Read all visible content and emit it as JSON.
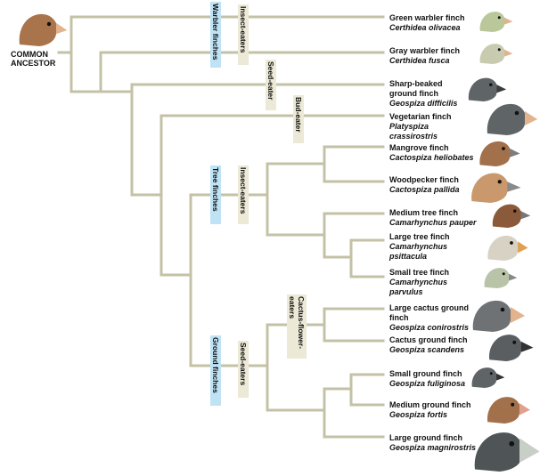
{
  "ancestor": {
    "line1": "COMMON",
    "line2": "ANCESTOR"
  },
  "group_labels": {
    "warbler": "Warbler finches",
    "tree": "Tree finches",
    "ground": "Ground finches"
  },
  "diet_labels": {
    "insect_top": "Insect-eaters",
    "seed_top": "Seed-eater",
    "bud": "Bud-eater",
    "insect_mid": "Insect-eaters",
    "cactus": "Cactus-flower-eaters",
    "seed_bottom": "Seed-eaters"
  },
  "species": [
    {
      "common": "Green warbler finch",
      "latin": "Certhidea olivacea"
    },
    {
      "common": "Gray warbler finch",
      "latin": "Certhidea fusca"
    },
    {
      "common": "Sharp-beaked ground finch",
      "latin": "Geospiza difficilis"
    },
    {
      "common": "Vegetarian finch",
      "latin": "Platyspiza crassirostris"
    },
    {
      "common": "Mangrove finch",
      "latin": "Cactospiza heliobates"
    },
    {
      "common": "Woodpecker finch",
      "latin": "Cactospiza pallida"
    },
    {
      "common": "Medium tree finch",
      "latin": "Camarhynchus pauper"
    },
    {
      "common": "Large tree finch",
      "latin": "Camarhynchus psittacula"
    },
    {
      "common": "Small tree finch",
      "latin": "Camarhynchus parvulus"
    },
    {
      "common": "Large cactus ground finch",
      "latin": "Geospiza conirostris"
    },
    {
      "common": "Cactus ground finch",
      "latin": "Geospiza scandens"
    },
    {
      "common": "Small ground finch",
      "latin": "Geospiza fuliginosa"
    },
    {
      "common": "Medium ground finch",
      "latin": "Geospiza fortis"
    },
    {
      "common": "Large ground finch",
      "latin": "Geospiza magnirostris"
    }
  ],
  "colors": {
    "branch": "#c4c2a6",
    "group_label_bg": "#bfe3f5",
    "diet_label_bg": "#ece9d6",
    "ancestor_bird": "#a9744b",
    "bird_green": "#b9c79a",
    "bird_gray": "#5f6466",
    "bird_brown": "#a2704b",
    "beak": "#e2b48d"
  },
  "icons": {
    "ancestor": "ancestor-finch-head-icon",
    "bird": "finch-head-icon"
  }
}
